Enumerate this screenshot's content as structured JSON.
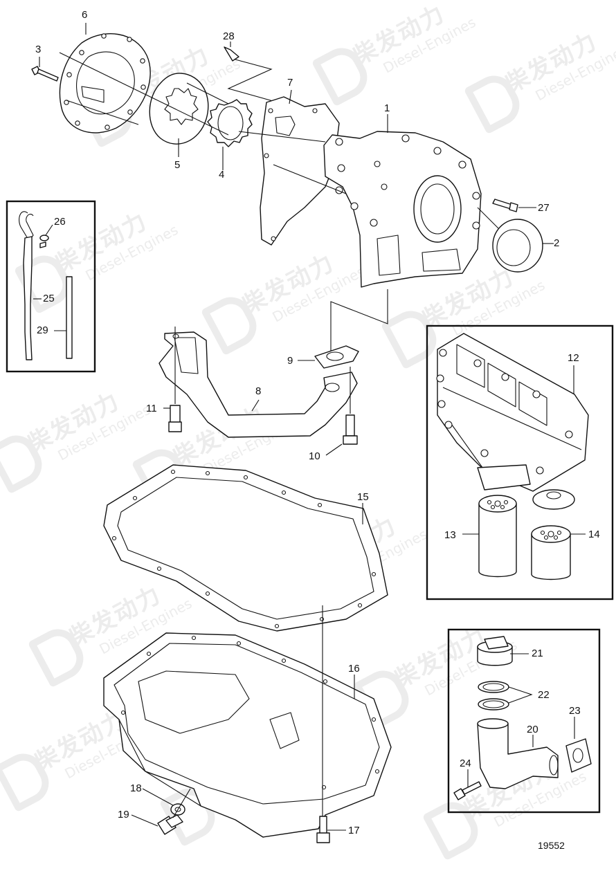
{
  "watermark": {
    "cn": "柴发动力",
    "en": "Diesel-Engines"
  },
  "document_number": "19552",
  "callouts": [
    {
      "id": "c1",
      "text": "1"
    },
    {
      "id": "c2",
      "text": "2"
    },
    {
      "id": "c3",
      "text": "3"
    },
    {
      "id": "c4",
      "text": "4"
    },
    {
      "id": "c5",
      "text": "5"
    },
    {
      "id": "c6",
      "text": "6"
    },
    {
      "id": "c7",
      "text": "7"
    },
    {
      "id": "c8",
      "text": "8"
    },
    {
      "id": "c9",
      "text": "9"
    },
    {
      "id": "c10",
      "text": "10"
    },
    {
      "id": "c11",
      "text": "11"
    },
    {
      "id": "c12",
      "text": "12"
    },
    {
      "id": "c13",
      "text": "13"
    },
    {
      "id": "c14",
      "text": "14"
    },
    {
      "id": "c15",
      "text": "15"
    },
    {
      "id": "c16",
      "text": "16"
    },
    {
      "id": "c17",
      "text": "17"
    },
    {
      "id": "c18",
      "text": "18"
    },
    {
      "id": "c19",
      "text": "19"
    },
    {
      "id": "c20",
      "text": "20"
    },
    {
      "id": "c21",
      "text": "21"
    },
    {
      "id": "c22",
      "text": "22"
    },
    {
      "id": "c23",
      "text": "23"
    },
    {
      "id": "c24",
      "text": "24"
    },
    {
      "id": "c25",
      "text": "25"
    },
    {
      "id": "c26",
      "text": "26"
    },
    {
      "id": "c27",
      "text": "27"
    },
    {
      "id": "c28",
      "text": "28"
    },
    {
      "id": "c29",
      "text": "29"
    }
  ]
}
